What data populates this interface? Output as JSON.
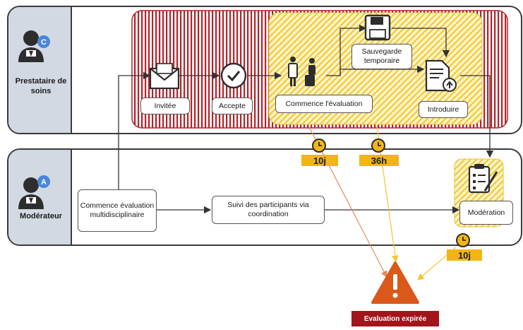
{
  "lanes": {
    "provider": {
      "label": "Prestataire de soins",
      "badge": "C"
    },
    "moderator": {
      "label": "Modérateur",
      "badge": "A"
    }
  },
  "steps": {
    "invited": "Invitée",
    "accepted": "Accepte",
    "start_evaluation": "Commence l'évaluation",
    "temp_save": "Sauvegarde temporaire",
    "submit": "Introduire",
    "start_multidisciplinary": "Commence évaluation multidisciplinaire",
    "follow_participants": "Suivi des participants via coordination",
    "moderation": "Modération"
  },
  "timers": {
    "invite_deadline": "10j",
    "evaluation_deadline": "36h",
    "moderation_deadline": "10j"
  },
  "outcome": {
    "label": "Evaluation expirée"
  },
  "colors": {
    "lane_label_bg": "#d3d9e3",
    "red_zone": "#b3232b",
    "yellow_zone": "#f3c530",
    "timer": "#f3b514",
    "warning": "#d9581a",
    "badge": "#4a86d9"
  }
}
